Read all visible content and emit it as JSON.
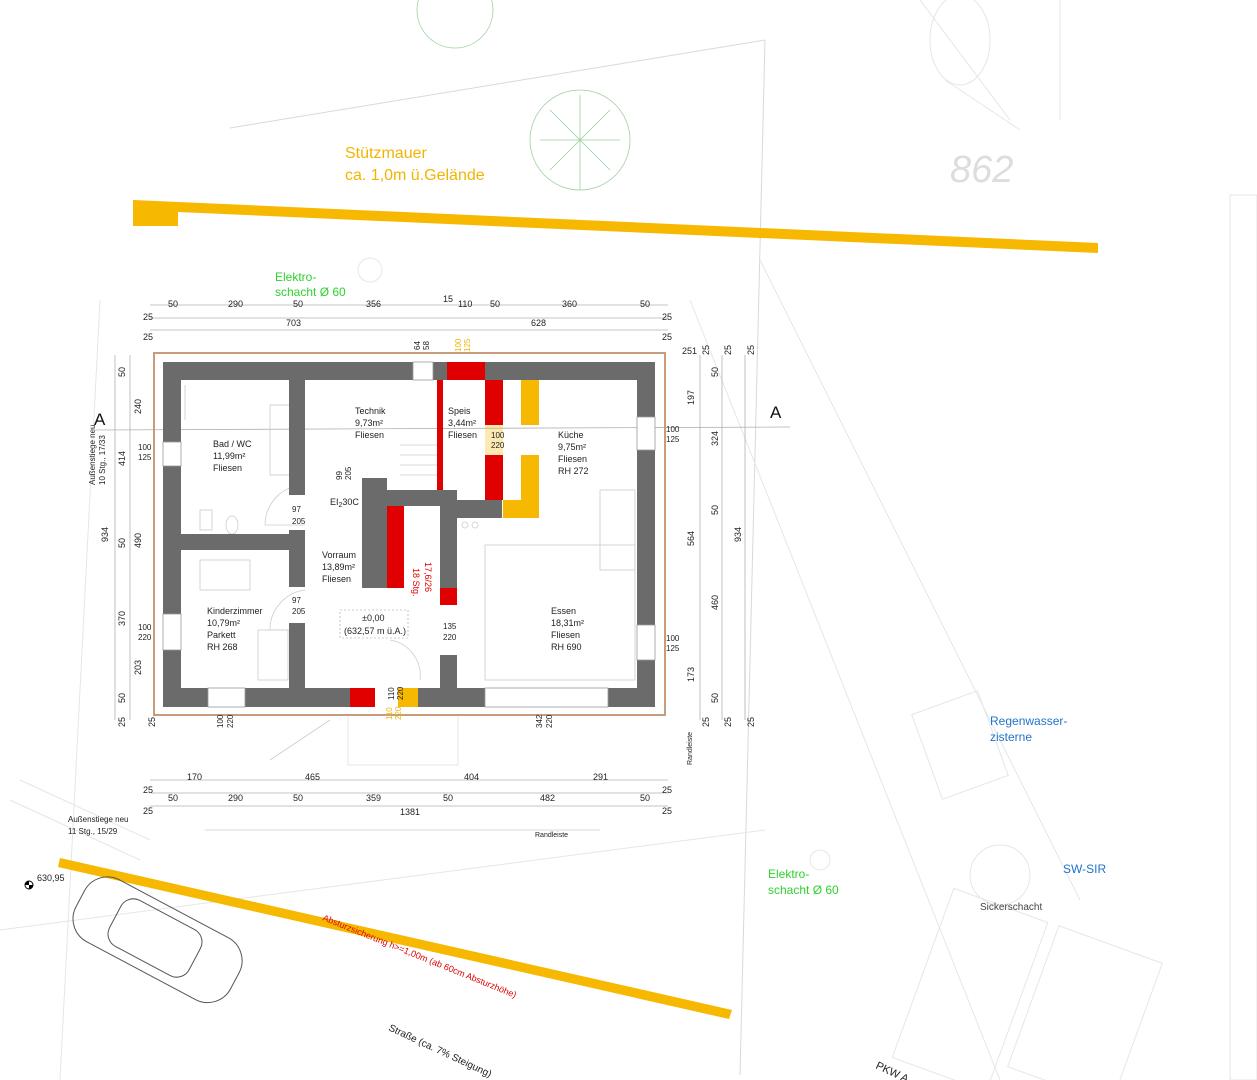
{
  "site": {
    "retaining_wall_label_1": "Stützmauer",
    "retaining_wall_label_2": "ca. 1,0m ü.Gelände",
    "parcel_number": "862",
    "elektro_top_1": "Elektro-",
    "elektro_top_2": "schacht Ø 60",
    "elektro_bottom_1": "Elektro-",
    "elektro_bottom_2": "schacht Ø 60",
    "rain_tank_1": "Regenwasser-",
    "rain_tank_2": "zisterne",
    "sw_sir": "SW-SIR",
    "soak_pit": "Sickerschacht",
    "stairs_left_1": "Außenstiege neu",
    "stairs_left_2": "10 Stg., 17/33",
    "stairs_bottom_1": "Außenstiege neu",
    "stairs_bottom_2": "11 Stg., 15/29",
    "elevation": "630,95",
    "fall_protection": "Absturzsicherung h>=1,00m (ab 60cm Absturzhöhe)",
    "street": "Straße (ca. 7% Steigung)",
    "parking": "PKW A",
    "randleiste_bottom": "Randleiste",
    "randleiste_right": "Randleiste",
    "section_mark": "A"
  },
  "rooms": [
    {
      "name": "Bad / WC",
      "area": "11,99m²",
      "floor": "Fliesen",
      "rh": ""
    },
    {
      "name": "Technik",
      "area": "9,73m²",
      "floor": "Fliesen",
      "rh": ""
    },
    {
      "name": "Speis",
      "area": "3,44m²",
      "floor": "Fliesen",
      "rh": ""
    },
    {
      "name": "Küche",
      "area": "9,75m²",
      "floor": "Fliesen",
      "rh": "RH 272"
    },
    {
      "name": "Vorraum",
      "area": "13,89m²",
      "floor": "Fliesen",
      "rh": ""
    },
    {
      "name": "Kinderzimmer",
      "area": "10,79m²",
      "floor": "Parkett",
      "rh": "RH 268"
    },
    {
      "name": "Essen",
      "area": "18,31m²",
      "floor": "Fliesen",
      "rh": "RH 690"
    }
  ],
  "level": {
    "zero": "±0,00",
    "absolute": "(632,57 m ü.A.)"
  },
  "fire_door": "EI",
  "fire_door_sub": "2",
  "fire_door_rating": "30C",
  "stair_inner": "18 Stg.",
  "stair_inner_2": "17,6/26",
  "dims": {
    "top_row_1": [
      "50",
      "290",
      "50",
      "356",
      "15",
      "110",
      "50",
      "360",
      "50"
    ],
    "top_row_2": [
      "703",
      "628"
    ],
    "top_edges": [
      "25",
      "25",
      "25",
      "25"
    ],
    "bottom_row_1": [
      "170",
      "465",
      "404",
      "291"
    ],
    "bottom_row_2": [
      "50",
      "290",
      "50",
      "359",
      "50",
      "482",
      "50"
    ],
    "bottom_total": "1381",
    "bottom_edges": [
      "25",
      "25",
      "25",
      "25"
    ],
    "left_outer": "934",
    "left_inner": [
      "50",
      "240",
      "414",
      "50",
      "490",
      "370",
      "203",
      "50"
    ],
    "left_edges": [
      "25",
      "25"
    ],
    "right_inner": [
      "197",
      "564",
      "173"
    ],
    "right_outer": [
      "50",
      "324",
      "50",
      "460",
      "50"
    ],
    "right_total": "934",
    "right_top": [
      "251",
      "25",
      "25",
      "25"
    ],
    "right_bottom": [
      "25",
      "25",
      "25"
    ],
    "openings": {
      "bad_window": [
        "100",
        "125"
      ],
      "kueche_window": [
        "100",
        "125"
      ],
      "kind_window": [
        "100",
        "220"
      ],
      "essen_window": [
        "100",
        "125"
      ],
      "speis_door": [
        "100",
        "220"
      ],
      "bad_door": [
        "97",
        "205"
      ],
      "kind_door": [
        "97",
        "205"
      ],
      "technik_door": [
        "99",
        "205"
      ],
      "stair_door": [
        "135",
        "220"
      ],
      "entry_door": [
        "110",
        "220"
      ],
      "bottom_window_left": [
        "100",
        "220"
      ],
      "bottom_window_right": [
        "342",
        "220"
      ],
      "top_small": [
        "64",
        "58"
      ],
      "top_small_y": [
        "100",
        "125"
      ],
      "entry_door_y": [
        "110",
        "220"
      ]
    }
  }
}
